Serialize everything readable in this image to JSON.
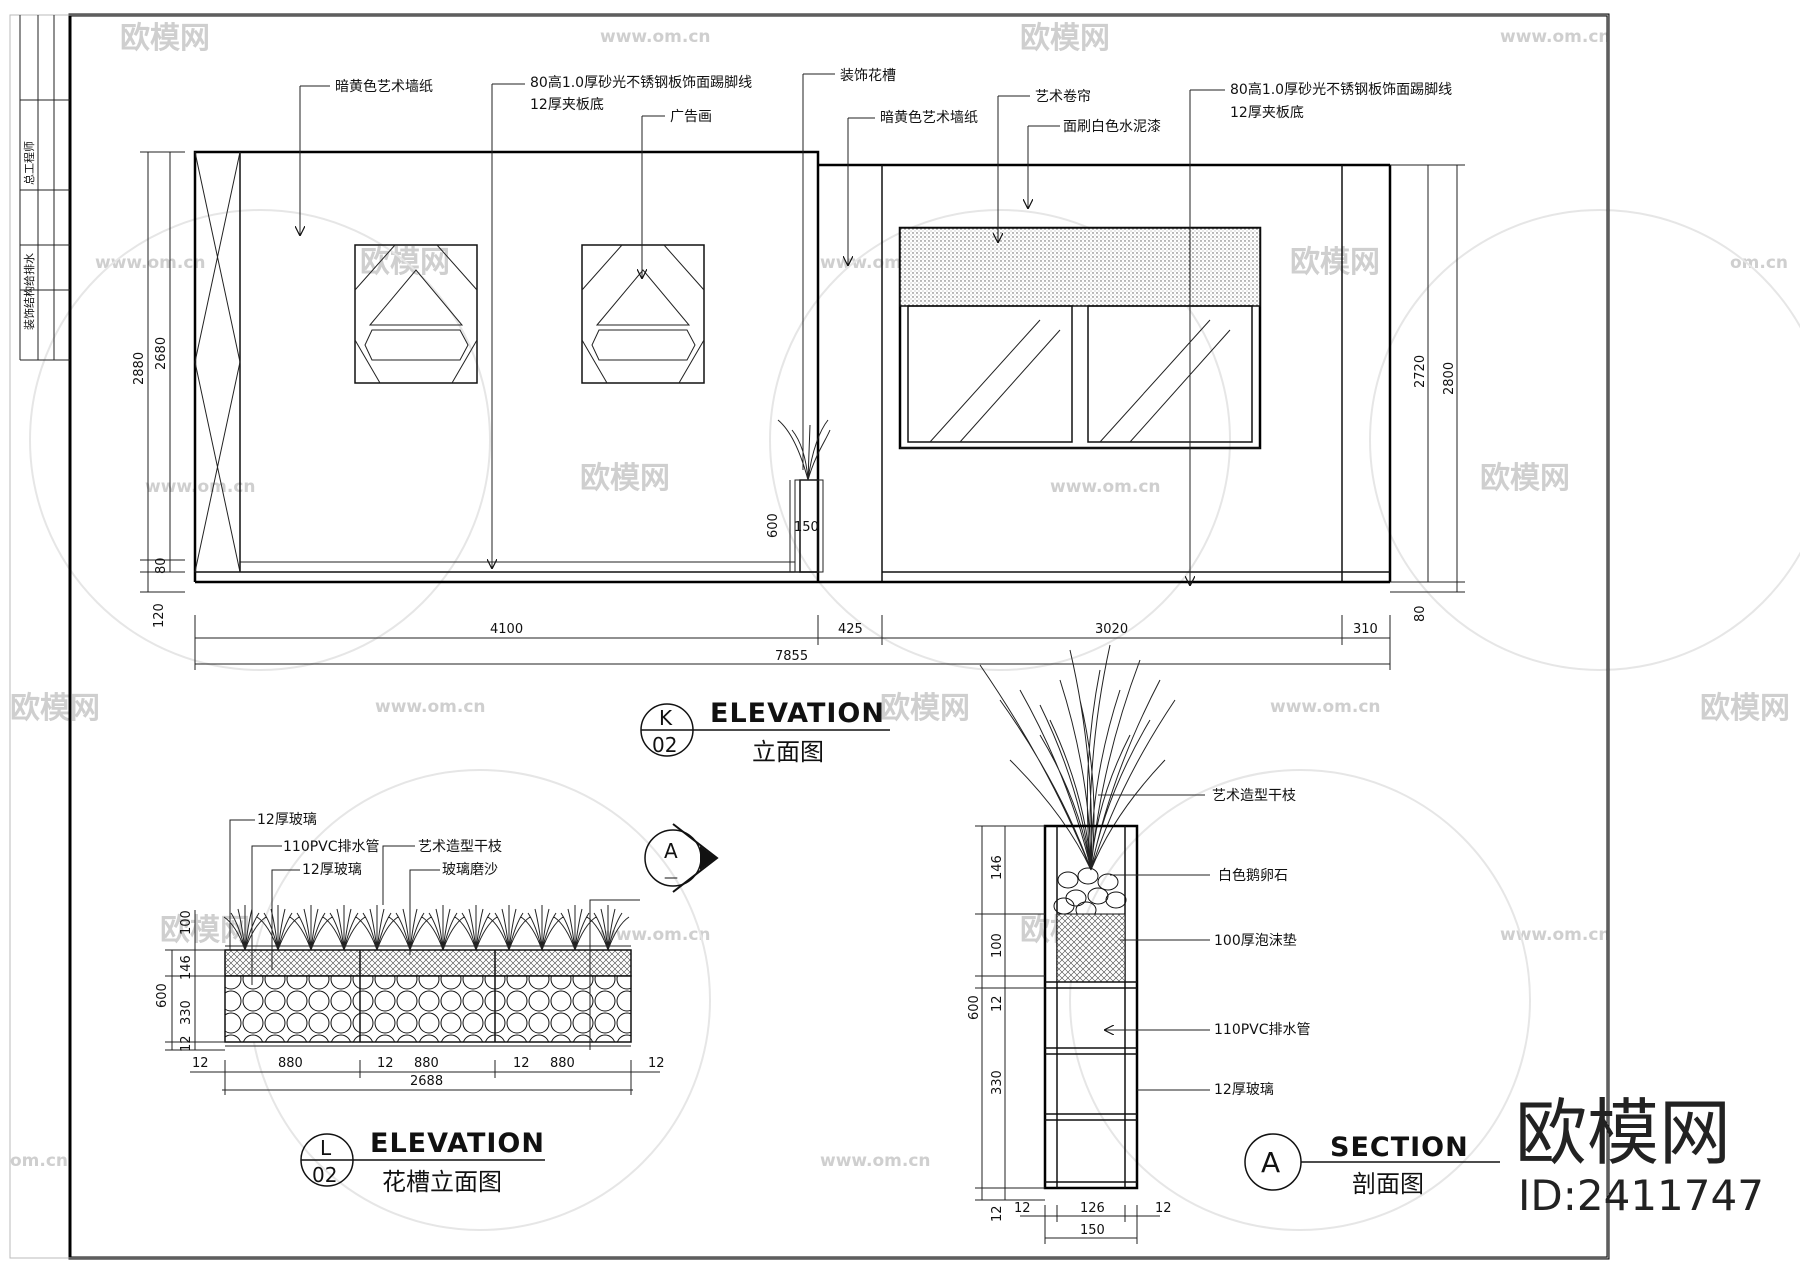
{
  "watermark": {
    "brand": "欧模网",
    "url": "www.om.cn",
    "side_url": "om.cn"
  },
  "corner_brand": {
    "name": "欧模网",
    "id": "ID:2411747"
  },
  "titleblock": {
    "row1": "总工程师",
    "row2": "装饰结构给排水"
  },
  "elevation_k": {
    "labels": {
      "wallpaper_left": "暗黄色艺术墙纸",
      "skirting_left_1": "80高1.0厚砂光不锈钢板饰面踢脚线",
      "skirting_left_2": "12厚夹板底",
      "ad_painting": "广告画",
      "planter": "装饰花槽",
      "wallpaper_right": "暗黄色艺术墙纸",
      "blind": "艺术卷帘",
      "paint": "面刷白色水泥漆",
      "skirting_right_1": "80高1.0厚砂光不锈钢板饰面踢脚线",
      "skirting_right_2": "12厚夹板底"
    },
    "dims": {
      "h_2880": "2880",
      "h_2680": "2680",
      "h_80": "80",
      "h_120": "120",
      "h_600": "600",
      "w_150": "150",
      "h_2720": "2720",
      "h_2800": "2800",
      "h_80r": "80",
      "w_4100": "4100",
      "w_425": "425",
      "w_3020": "3020",
      "w_310": "310",
      "w_7855": "7855"
    },
    "title": {
      "mark_top": "K",
      "mark_bottom": "02",
      "en": "ELEVATION",
      "cn": "立面图"
    }
  },
  "elevation_l": {
    "labels": {
      "glass_top": "12厚玻璃",
      "pvc": "110PVC排水管",
      "glass_mid": "12厚玻璃",
      "branches": "艺术造型干枝",
      "frosted": "玻璃磨沙"
    },
    "section_mark": {
      "letter": "A",
      "dash": "—"
    },
    "dims": {
      "h_100": "100",
      "h_146": "146",
      "h_600": "600",
      "h_330": "330",
      "h_12": "12",
      "w_12a": "12",
      "w_880a": "880",
      "w_12b": "12",
      "w_880b": "880",
      "w_12c": "12",
      "w_880c": "880",
      "w_12d": "12",
      "w_2688": "2688"
    },
    "title": {
      "mark_top": "L",
      "mark_bottom": "02",
      "en": "ELEVATION",
      "cn": "花槽立面图"
    }
  },
  "section_a": {
    "labels": {
      "branches": "艺术造型干枝",
      "pebbles": "白色鹅卵石",
      "foam": "100厚泡沫垫",
      "pvc": "110PVC排水管",
      "glass": "12厚玻璃"
    },
    "dims": {
      "h_146": "146",
      "h_100": "100",
      "h_12": "12",
      "h_600": "600",
      "h_330": "330",
      "h_12b": "12",
      "w_12a": "12",
      "w_126": "126",
      "w_12b": "12",
      "w_150": "150"
    },
    "title": {
      "mark": "A",
      "en": "SECTION",
      "cn": "剖面图"
    }
  }
}
